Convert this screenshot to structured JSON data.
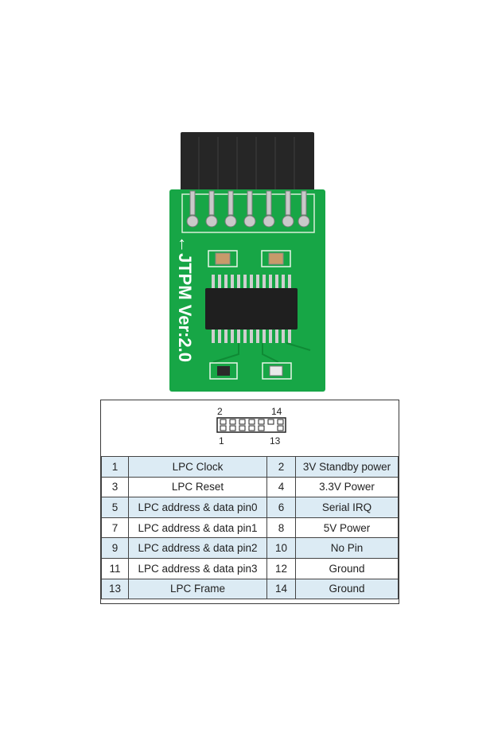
{
  "board": {
    "silkscreen": "JTPM Ver:2.0",
    "arrow": "←"
  },
  "header_diagram": {
    "top_left_pin": "2",
    "top_right_pin": "14",
    "bottom_left_pin": "1",
    "bottom_right_pin": "13"
  },
  "pin_table": {
    "rows": [
      {
        "pin_a": "1",
        "desc_a": "LPC Clock",
        "pin_b": "2",
        "desc_b": "3V Standby power"
      },
      {
        "pin_a": "3",
        "desc_a": "LPC Reset",
        "pin_b": "4",
        "desc_b": "3.3V Power"
      },
      {
        "pin_a": "5",
        "desc_a": "LPC address & data pin0",
        "pin_b": "6",
        "desc_b": "Serial IRQ"
      },
      {
        "pin_a": "7",
        "desc_a": "LPC address & data pin1",
        "pin_b": "8",
        "desc_b": "5V Power"
      },
      {
        "pin_a": "9",
        "desc_a": "LPC address & data pin2",
        "pin_b": "10",
        "desc_b": "No Pin"
      },
      {
        "pin_a": "11",
        "desc_a": "LPC address & data pin3",
        "pin_b": "12",
        "desc_b": "Ground"
      },
      {
        "pin_a": "13",
        "desc_a": "LPC Frame",
        "pin_b": "14",
        "desc_b": "Ground"
      }
    ]
  },
  "colors": {
    "pcb_green": "#17a646",
    "row_shade": "#dcebf4",
    "connector_black": "#2a2a2a"
  }
}
